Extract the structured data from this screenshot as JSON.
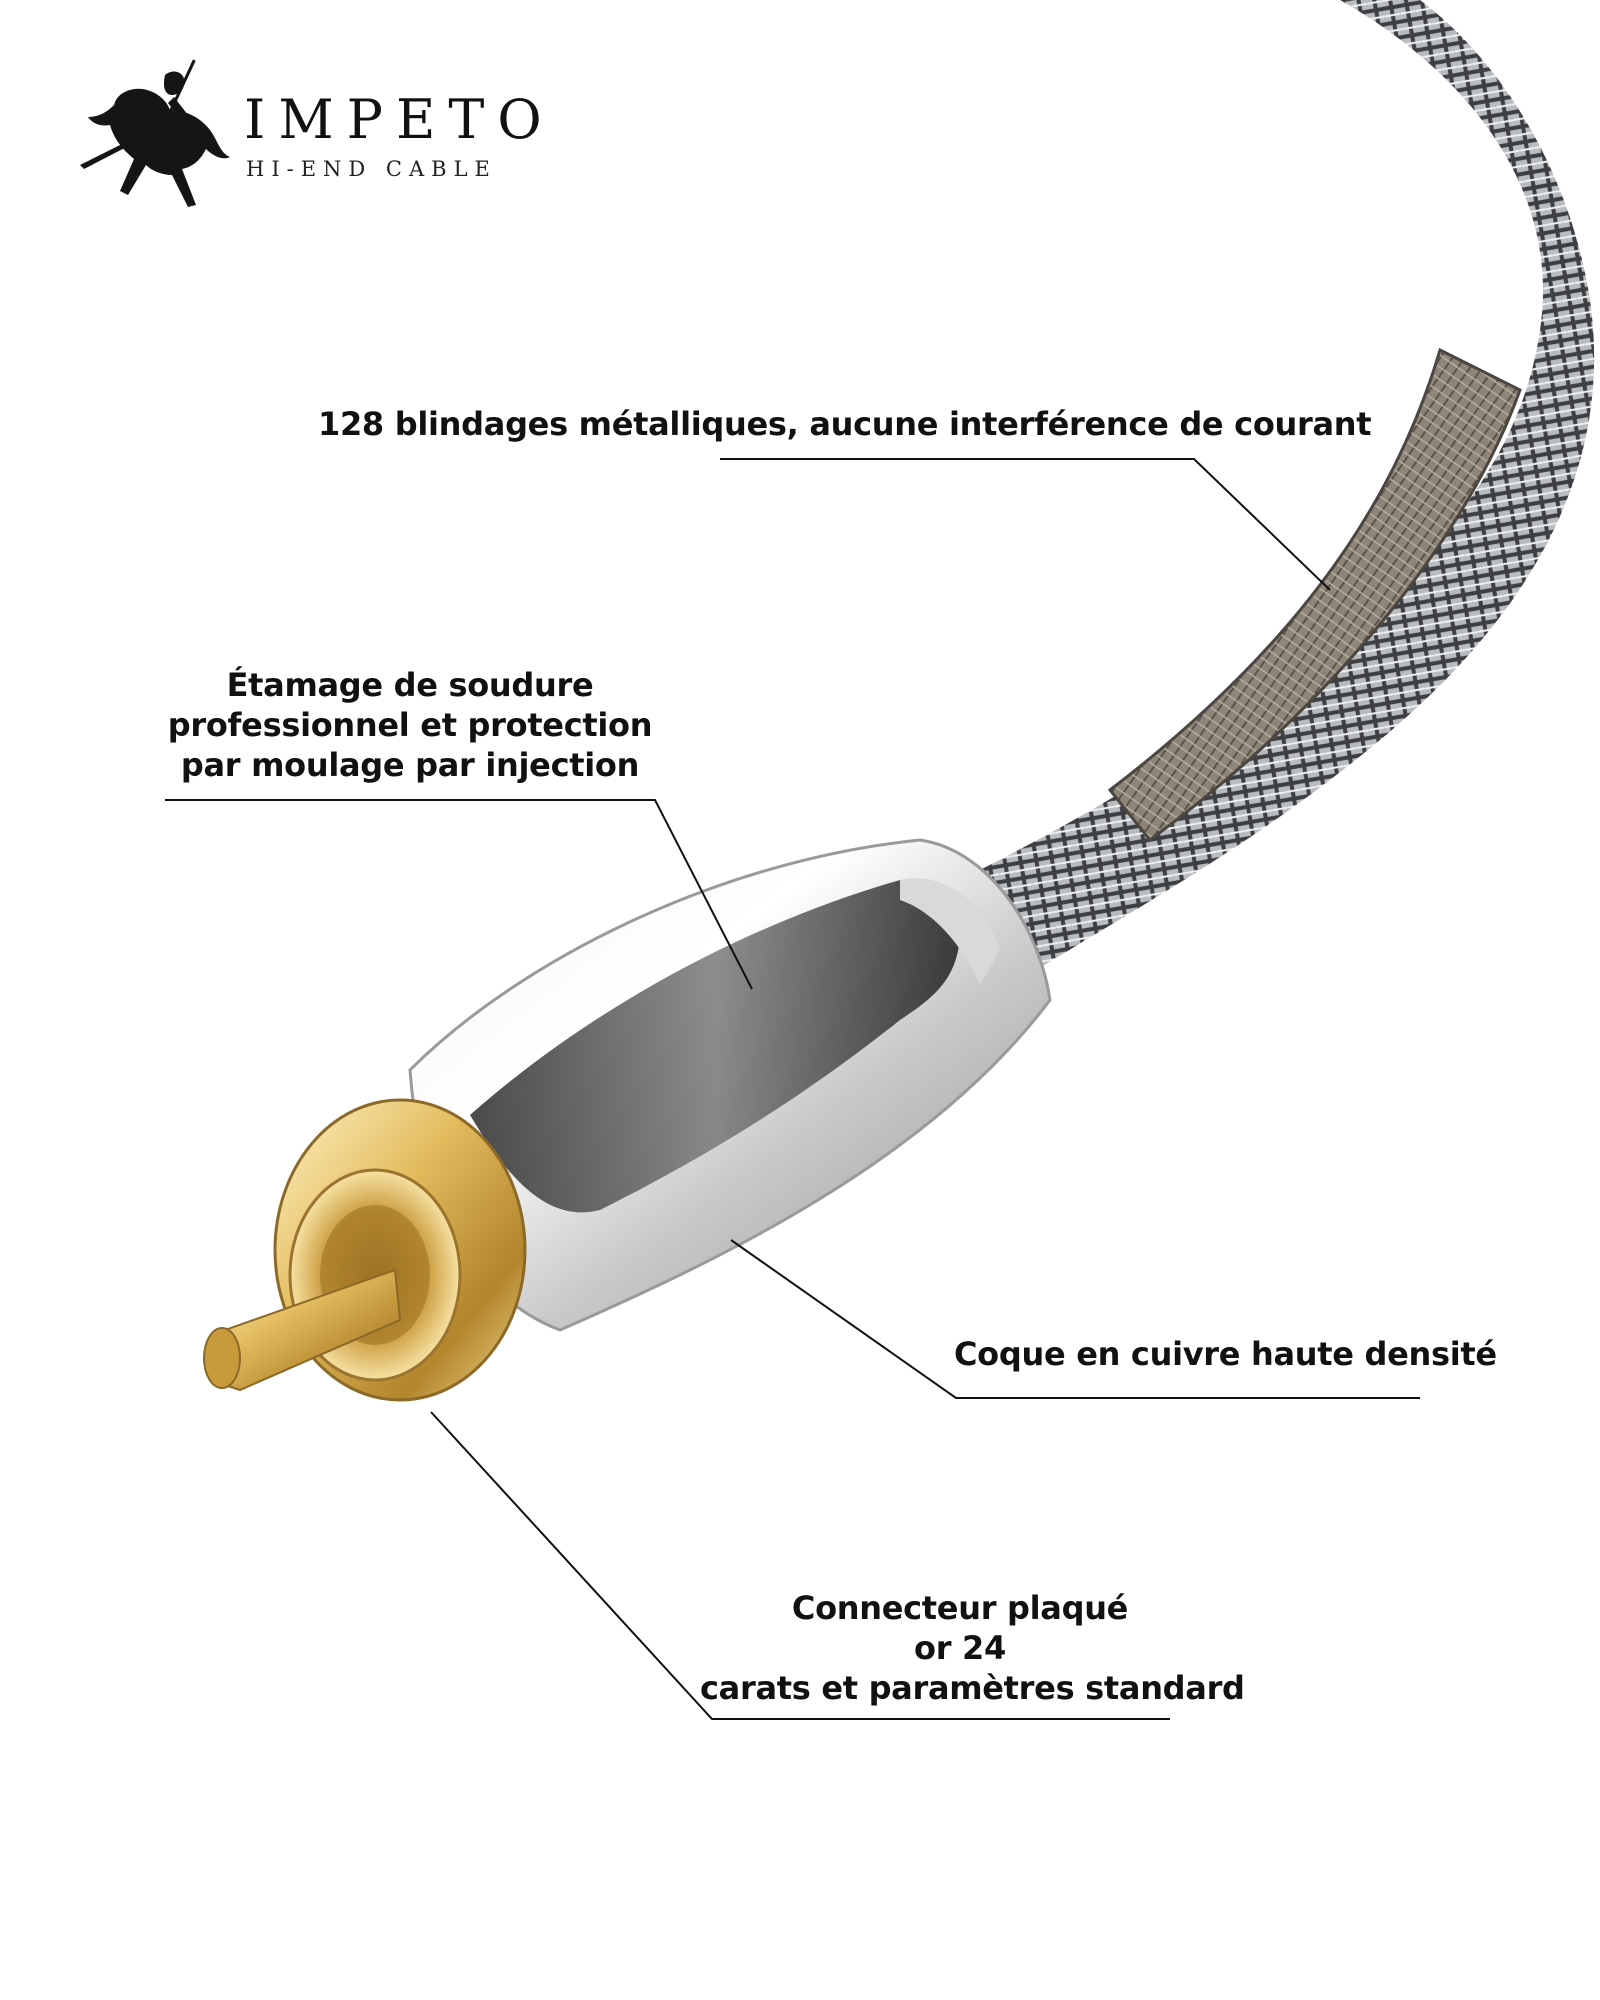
{
  "brand": {
    "name": "IMPETO",
    "tagline": "HI-END CABLE",
    "logo": "knight-on-horse-logo"
  },
  "callouts": {
    "shielding": "128 blindages métalliques, aucune interférence de courant",
    "soldering": {
      "line1": "Étamage de soudure",
      "line2": "professionnel et protection",
      "line3": "par moulage par injection"
    },
    "shell": "Coque en cuivre haute densité",
    "connector": {
      "line1": "Connecteur plaqué",
      "line2": "or 24",
      "line3": "carats et paramètres standard"
    }
  },
  "colors": {
    "text": "#111111",
    "gold": "#d8ad4e",
    "chrome": "#c9c9c9",
    "braid": "#8a8a8a"
  }
}
